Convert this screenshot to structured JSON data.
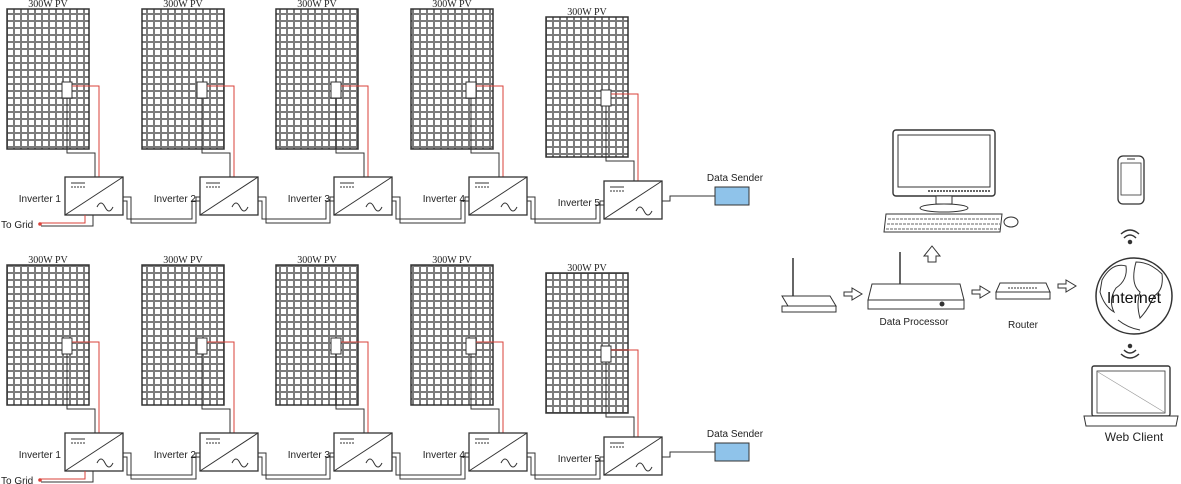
{
  "rows": [
    {
      "panel_label": "300W PV",
      "inverters": [
        "Inverter 1",
        "Inverter 2",
        "Inverter 3",
        "Inverter 4",
        "Inverter 5"
      ],
      "grid_label": "To Grid",
      "sender_label": "Data Sender"
    },
    {
      "panel_label": "300W PV",
      "inverters": [
        "Inverter 1",
        "Inverter 2",
        "Inverter 3",
        "Inverter 4",
        "Inverter 5"
      ],
      "grid_label": "To Grid",
      "sender_label": "Data Sender"
    }
  ],
  "network": {
    "processor_label": "Data Processor",
    "router_label": "Router",
    "internet_label": "Internet",
    "client_label": "Web Client"
  },
  "colors": {
    "line": "#333333",
    "dc_wire": "#d9423a",
    "sender_fill": "#8fc3ea",
    "grid_wire": "#d9423a"
  }
}
